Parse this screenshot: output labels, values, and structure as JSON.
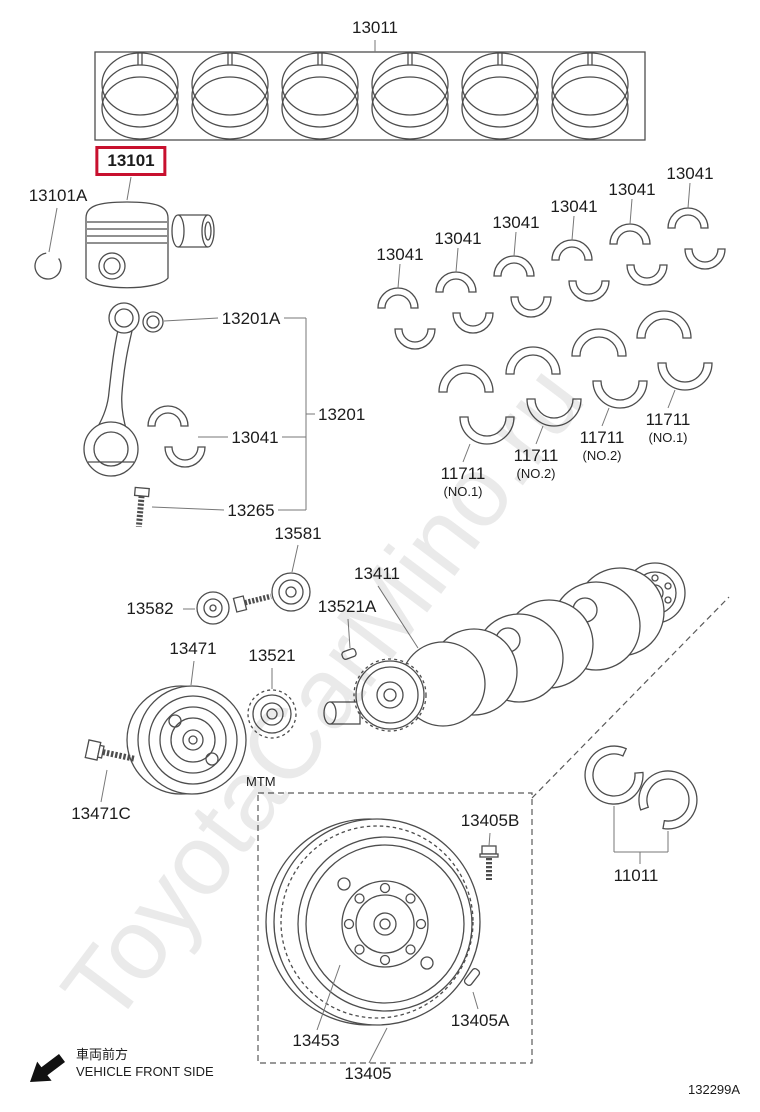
{
  "diagram": {
    "code": "132299A",
    "watermark": "ToyotaCarMino.ru",
    "mtm": "MTM",
    "front_label_jp": "車両前方",
    "front_label_en": "VEHICLE FRONT SIDE"
  },
  "parts": {
    "p13011": "13011",
    "p13101": "13101",
    "p13101A": "13101A",
    "p13201A": "13201A",
    "p13201": "13201",
    "p13041_rod": "13041",
    "p13265": "13265",
    "p13581": "13581",
    "p13582": "13582",
    "p13411": "13411",
    "p13521A": "13521A",
    "p13471": "13471",
    "p13521": "13521",
    "p13471C": "13471C",
    "p13405B": "13405B",
    "p13405A": "13405A",
    "p13453": "13453",
    "p13405": "13405",
    "p11011": "11011"
  },
  "rod_bearings": [
    "13041",
    "13041",
    "13041",
    "13041",
    "13041",
    "13041"
  ],
  "main_bearings": [
    {
      "num": "11711",
      "pos": "(NO.1)"
    },
    {
      "num": "11711",
      "pos": "(NO.2)"
    },
    {
      "num": "11711",
      "pos": "(NO.2)"
    },
    {
      "num": "11711",
      "pos": "(NO.1)"
    }
  ],
  "colors": {
    "highlight": "#c8102e",
    "line": "#4d4d4d",
    "leader": "#777777",
    "text": "#1c1c1c"
  }
}
